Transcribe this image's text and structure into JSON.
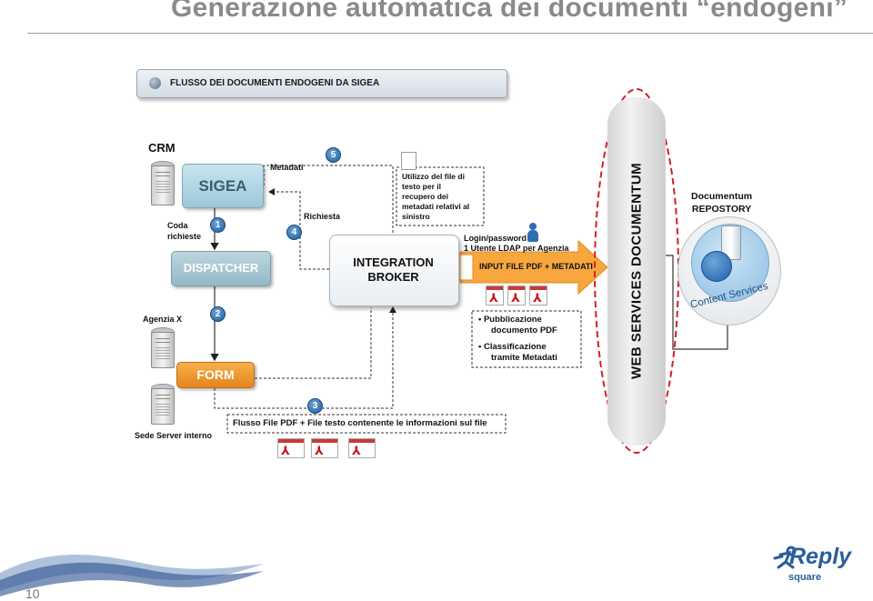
{
  "title": "Generazione automatica dei documenti “endogeni”",
  "page_number": "10",
  "header_bar": "FLUSSO DEI DOCUMENTI ENDOGENI DA SIGEA",
  "nodes": {
    "crm": "CRM",
    "sigea": "SIGEA",
    "dispatcher": "DISPATCHER",
    "form": "FORM",
    "broker_line1": "INTEGRATION",
    "broker_line2": "BROKER",
    "agenzia": "Agenzia X",
    "sede": "Sede Server interno",
    "coda_line1": "Coda",
    "coda_line2": "richieste",
    "ws": "WEB SERVICES DOCUMENTUM",
    "documentum_line1": "Documentum",
    "documentum_line2": "REPOSTORY",
    "content_services": "Content Services"
  },
  "steps": [
    "1",
    "2",
    "3",
    "4",
    "5"
  ],
  "edge_labels": {
    "metadati": "Metadati",
    "richiesta": "Richiesta",
    "login_line1": "Login/password",
    "login_line2": "1 Utente LDAP per Agenzia",
    "input_file": "INPUT FILE PDF + METADATI",
    "flusso": "Flusso File PDF + File testo contenente le informazioni sul file"
  },
  "note_lines": [
    "Utilizzo del file di",
    "testo per il",
    "recupero dei",
    "metadati relativi al",
    "sinistro"
  ],
  "bullets": [
    {
      "line1": "Pubblicazione",
      "line2": "documento PDF"
    },
    {
      "line1": "Classificazione",
      "line2": "tramite Metadati"
    }
  ],
  "pdf_glyph": "⅄",
  "logo": {
    "brand": "Reply",
    "sub": "square"
  },
  "colors": {
    "title": "#8a8a8a",
    "accent_red": "#d0202b",
    "form_orange": "#f29a2e",
    "logo_blue": "#2a5d9c"
  }
}
